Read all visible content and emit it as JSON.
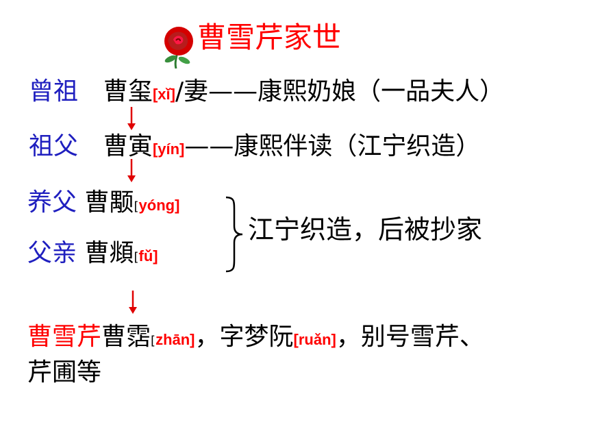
{
  "title": "曹雪芹家世",
  "colors": {
    "role": "#1f1fbf",
    "accent": "#ff0000"
  },
  "rose_icon": "rose-icon",
  "lines": {
    "l1": {
      "role": "曾祖",
      "name": "曹玺",
      "pinyin": "[xǐ]",
      "rest": "/妻——康熙奶娘（一品夫人）"
    },
    "l2": {
      "role": "祖父",
      "name": "曹寅",
      "pinyin": "[yín]",
      "rest": "——康熙伴读（江宁织造）"
    },
    "l3": {
      "role": "养父",
      "name": "曹颙",
      "bracket": "[",
      "pinyin": "yóng]"
    },
    "l4": {
      "role": "父亲",
      "name": "曹頫",
      "bracket": "[",
      "pinyin": "fǔ]"
    },
    "group_note": "江宁织造，后被抄家",
    "l5": {
      "role": "曹雪芹",
      "name": "曹霑",
      "bracket": "[",
      "pinyin1": "zhān]",
      "mid": "，字梦阮",
      "pinyin2": "[ruǎn]",
      "rest": "，别号雪芹、",
      "cont": "芹圃等"
    }
  }
}
